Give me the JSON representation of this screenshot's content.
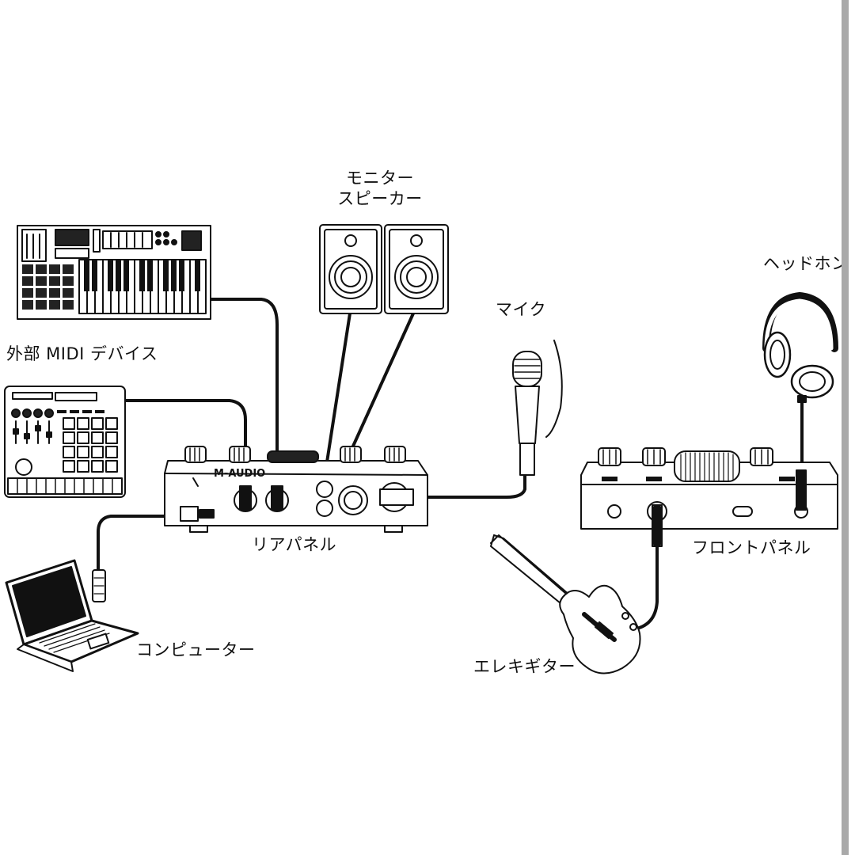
{
  "labels": {
    "speaker_line1": "モニター",
    "speaker_line2": "スピーカー",
    "headphone": "ヘッドホン",
    "mic": "マイク",
    "midi_device": "外部 MIDI デバイス",
    "rear_panel": "リアパネル",
    "front_panel": "フロントパネル",
    "computer": "コンピューター",
    "guitar": "エレキギター"
  },
  "device": {
    "brand": "M-AUDIO"
  },
  "colors": {
    "line": "#111111",
    "fill": "#ffffff",
    "edge_bar": "#a9a9a9"
  }
}
